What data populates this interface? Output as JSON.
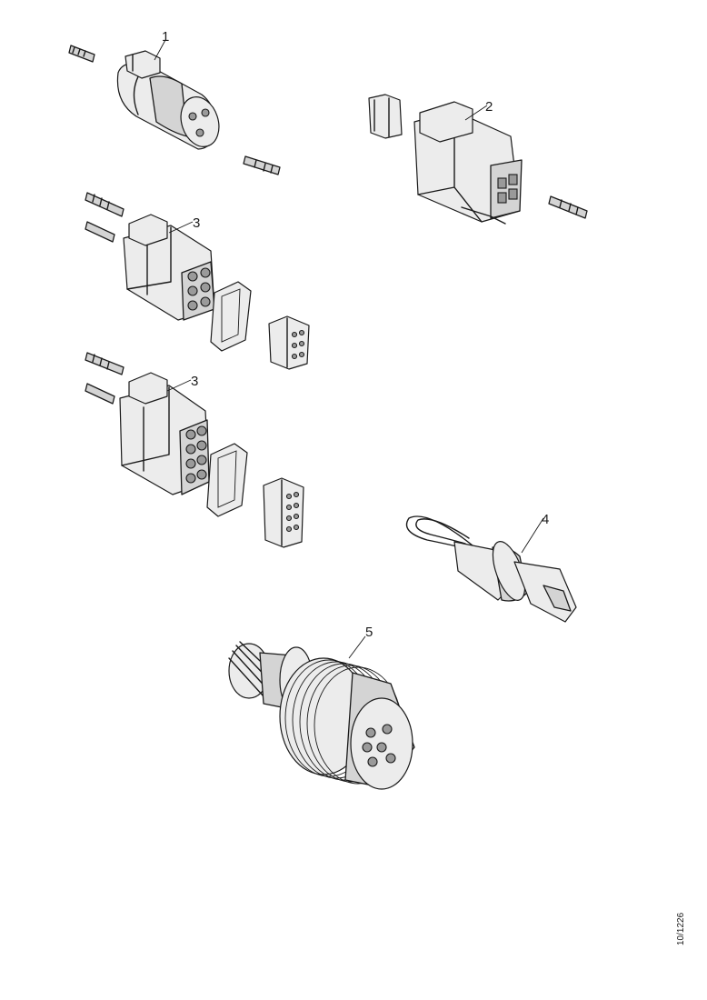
{
  "callouts": [
    {
      "id": "item-1",
      "label": "1"
    },
    {
      "id": "item-2",
      "label": "2"
    },
    {
      "id": "item-3a",
      "label": "3"
    },
    {
      "id": "item-3b",
      "label": "3"
    },
    {
      "id": "item-4",
      "label": "4"
    },
    {
      "id": "item-5",
      "label": "5"
    }
  ],
  "figure_id": "10/1226"
}
